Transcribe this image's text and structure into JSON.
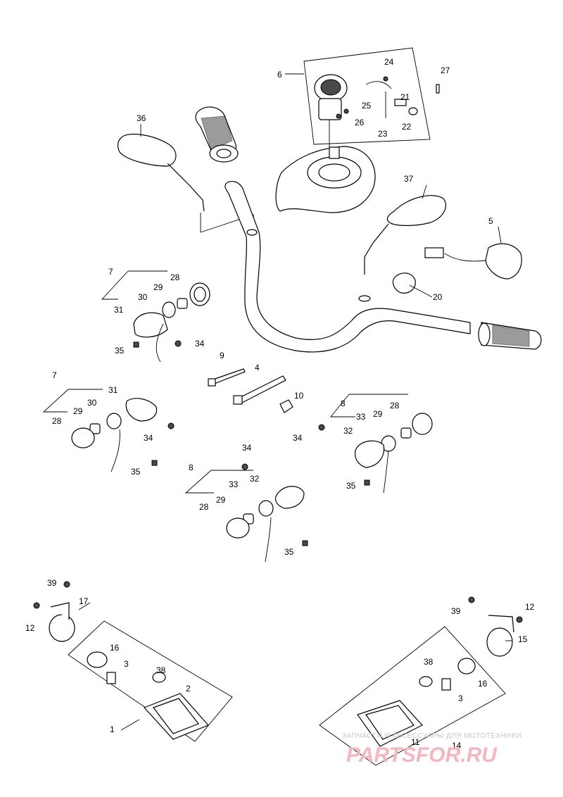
{
  "callouts": [
    {
      "id": "c1",
      "text": "1"
    },
    {
      "id": "c2",
      "text": "2"
    },
    {
      "id": "c3a",
      "text": "3"
    },
    {
      "id": "c3b",
      "text": "3"
    },
    {
      "id": "c4",
      "text": "4"
    },
    {
      "id": "c5",
      "text": "5"
    },
    {
      "id": "c6",
      "text": "6"
    },
    {
      "id": "c7a",
      "text": "7"
    },
    {
      "id": "c7b",
      "text": "7"
    },
    {
      "id": "c8a",
      "text": "8"
    },
    {
      "id": "c8b",
      "text": "8"
    },
    {
      "id": "c9",
      "text": "9"
    },
    {
      "id": "c10",
      "text": "10"
    },
    {
      "id": "c11",
      "text": "11"
    },
    {
      "id": "c12a",
      "text": "12"
    },
    {
      "id": "c12b",
      "text": "12"
    },
    {
      "id": "c14",
      "text": "14"
    },
    {
      "id": "c15",
      "text": "15"
    },
    {
      "id": "c16a",
      "text": "16"
    },
    {
      "id": "c16b",
      "text": "16"
    },
    {
      "id": "c17",
      "text": "17"
    },
    {
      "id": "c20",
      "text": "20"
    },
    {
      "id": "c21",
      "text": "21"
    },
    {
      "id": "c22",
      "text": "22"
    },
    {
      "id": "c23",
      "text": "23"
    },
    {
      "id": "c24",
      "text": "24"
    },
    {
      "id": "c25",
      "text": "25"
    },
    {
      "id": "c26",
      "text": "26"
    },
    {
      "id": "c27",
      "text": "27"
    },
    {
      "id": "c28a",
      "text": "28"
    },
    {
      "id": "c28b",
      "text": "28"
    },
    {
      "id": "c28c",
      "text": "28"
    },
    {
      "id": "c28d",
      "text": "28"
    },
    {
      "id": "c29a",
      "text": "29"
    },
    {
      "id": "c29b",
      "text": "29"
    },
    {
      "id": "c29c",
      "text": "29"
    },
    {
      "id": "c29d",
      "text": "29"
    },
    {
      "id": "c30a",
      "text": "30"
    },
    {
      "id": "c30b",
      "text": "30"
    },
    {
      "id": "c31a",
      "text": "31"
    },
    {
      "id": "c31b",
      "text": "31"
    },
    {
      "id": "c32a",
      "text": "32"
    },
    {
      "id": "c32b",
      "text": "32"
    },
    {
      "id": "c33a",
      "text": "33"
    },
    {
      "id": "c33b",
      "text": "33"
    },
    {
      "id": "c34a",
      "text": "34"
    },
    {
      "id": "c34b",
      "text": "34"
    },
    {
      "id": "c34c",
      "text": "34"
    },
    {
      "id": "c34d",
      "text": "34"
    },
    {
      "id": "c35a",
      "text": "35"
    },
    {
      "id": "c35b",
      "text": "35"
    },
    {
      "id": "c35c",
      "text": "35"
    },
    {
      "id": "c35d",
      "text": "35"
    },
    {
      "id": "c36",
      "text": "36"
    },
    {
      "id": "c37",
      "text": "37"
    },
    {
      "id": "c38a",
      "text": "38"
    },
    {
      "id": "c38b",
      "text": "38"
    },
    {
      "id": "c39a",
      "text": "39"
    },
    {
      "id": "c39b",
      "text": "39"
    }
  ],
  "watermark": {
    "tagline": "ЗАПЧАСТИ И АКСЕССУАРЫ ДЛЯ МОТОТЕХНИКИ",
    "brand": "PARTSFOR.RU",
    "color": "#f3b8bf"
  }
}
